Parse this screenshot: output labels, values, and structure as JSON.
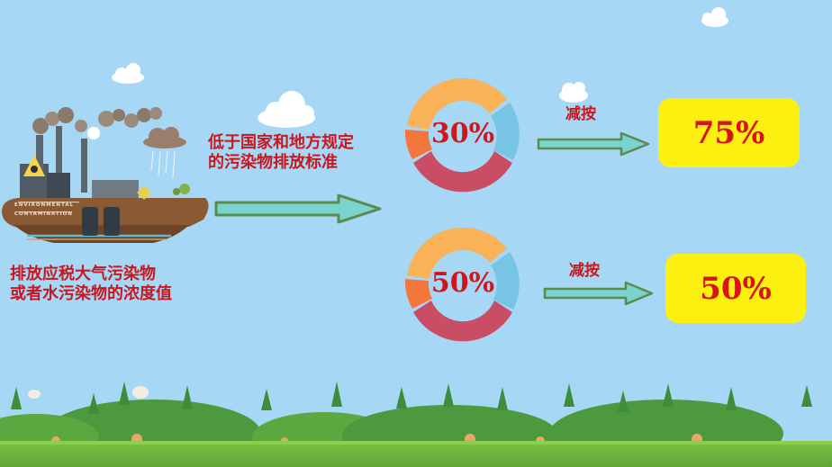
{
  "condition_text": [
    "低于国家和地方规定",
    "的污染物排放标准"
  ],
  "basis_text": [
    "排放应税大气污染物",
    "或者水污染物的浓度值"
  ],
  "factory_sign": [
    "ENVIRONMENTAL",
    "CONTAMINATION"
  ],
  "rows": [
    {
      "percent": "30%",
      "action": "减按",
      "result": "75%"
    },
    {
      "percent": "50%",
      "action": "减按",
      "result": "50%"
    }
  ],
  "colors": {
    "sky": "#a6d8f5",
    "text_red": "#c8171e",
    "donut_orange": "#f9b258",
    "donut_dark_orange": "#f3763c",
    "donut_blue": "#78c4e4",
    "donut_red": "#c94d64",
    "result_box": "#fdf010",
    "arrow_fill": "#7bd3cf",
    "arrow_stroke": "#5a8b4c",
    "grass": "#6fb53f"
  }
}
